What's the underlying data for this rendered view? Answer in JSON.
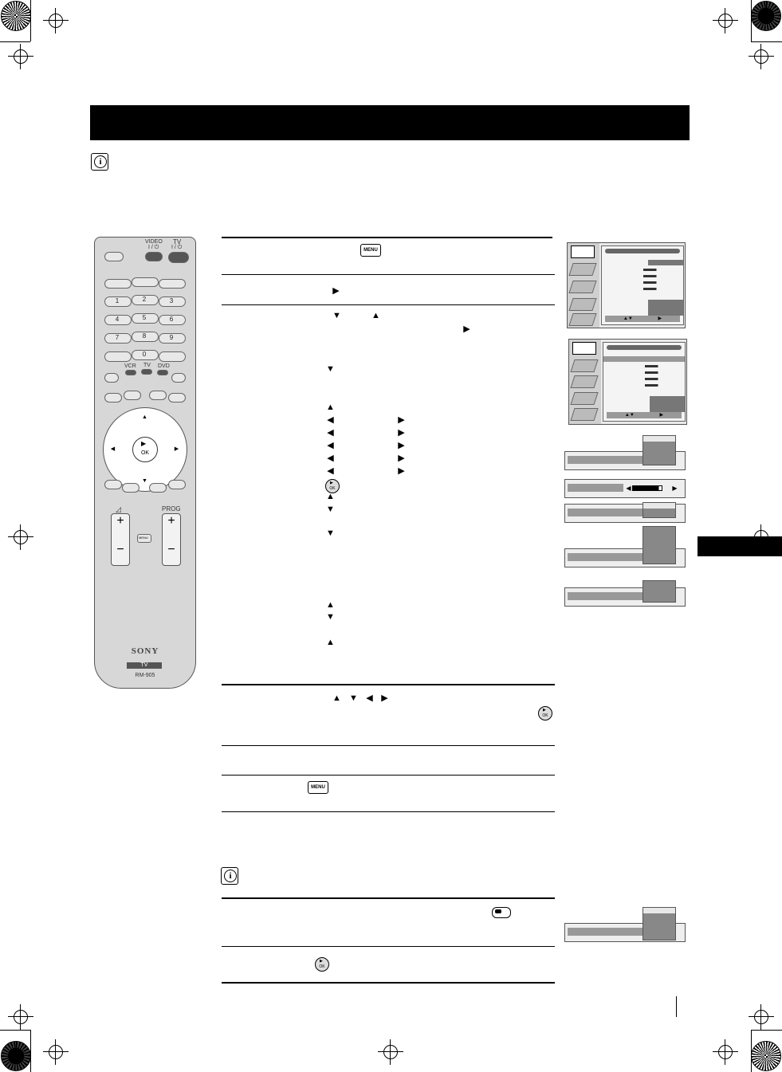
{
  "remote": {
    "video_label": "VIDEO",
    "tv_label": "TV",
    "power_label": "I / ⏻",
    "num_keys": [
      "1",
      "2",
      "3",
      "4",
      "5",
      "6",
      "7",
      "8",
      "9",
      "0"
    ],
    "source_labels": [
      "VCR",
      "TV",
      "DVD"
    ],
    "ok_label": "OK",
    "prog_label": "PROG",
    "menu_label": "MENU",
    "brand": "SONY",
    "tv_badge": "TV",
    "model": "RM-905"
  },
  "inline_keys": {
    "menu": "MENU",
    "ok": "OK"
  },
  "icons": {
    "arrow_right": "▶",
    "arrow_left": "◀",
    "arrow_up": "▲",
    "arrow_down": "▼",
    "info": "i"
  },
  "osd": {
    "nav_hint": "▲▼",
    "play_hint": "▶"
  }
}
